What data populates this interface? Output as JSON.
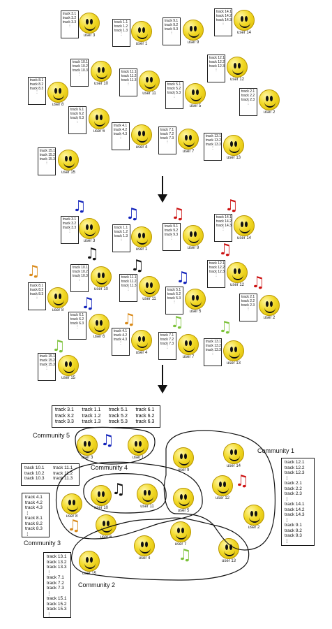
{
  "colors": {
    "blue": "#1122bb",
    "red": "#cc1111",
    "black": "#111111",
    "orange": "#d98a1a",
    "green": "#7cc23a"
  },
  "users": {
    "u1": "user 1",
    "u2": "user 2",
    "u3": "user 3",
    "u4": "user 4",
    "u5": "user 5",
    "u6": "user 6",
    "u7": "user 7",
    "u8": "user 8",
    "u9": "user 9",
    "u10": "user 10",
    "u11": "user 11",
    "u12": "user 12",
    "u13": "user 13",
    "u14": "user 14",
    "u15": "user 15"
  },
  "tracks": {
    "t1": [
      "track 1.1",
      "track 1.2",
      "track 1.3"
    ],
    "t2": [
      "track 2.1",
      "track 2.2",
      "track 2.3"
    ],
    "t3": [
      "track 3.1",
      "track 3.2",
      "track 3.3"
    ],
    "t4": [
      "track 4.1",
      "track 4.2",
      "track 4.3"
    ],
    "t5": [
      "track 5.1",
      "track 5.2",
      "track 5.3"
    ],
    "t6": [
      "track 6.1",
      "track 6.2",
      "track 6.3"
    ],
    "t7": [
      "track 7.1",
      "track 7.2",
      "track 7.3"
    ],
    "t8": [
      "track 8.1",
      "track 8.2",
      "track 8.3"
    ],
    "t9": [
      "track 9.1",
      "track 9.2",
      "track 9.3"
    ],
    "t10": [
      "track 10.1",
      "track 10.2",
      "track 10.3"
    ],
    "t11": [
      "track 11.1",
      "track 11.2",
      "track 11.3"
    ],
    "t12": [
      "track 12.1",
      "track 12.2",
      "track 12.3"
    ],
    "t13": [
      "track 13.1",
      "track 13.2",
      "track 13.3"
    ],
    "t14": [
      "track 14.1",
      "track 14.2",
      "track 14.3"
    ],
    "t15": [
      "track 15.1",
      "track 15.2",
      "track 15.3"
    ],
    "dots": "⋮"
  },
  "communities": {
    "c1": "Community 1",
    "c2": "Community 2",
    "c3": "Community 3",
    "c4": "Community 4",
    "c5": "Community 5"
  },
  "note_glyph": "♫"
}
